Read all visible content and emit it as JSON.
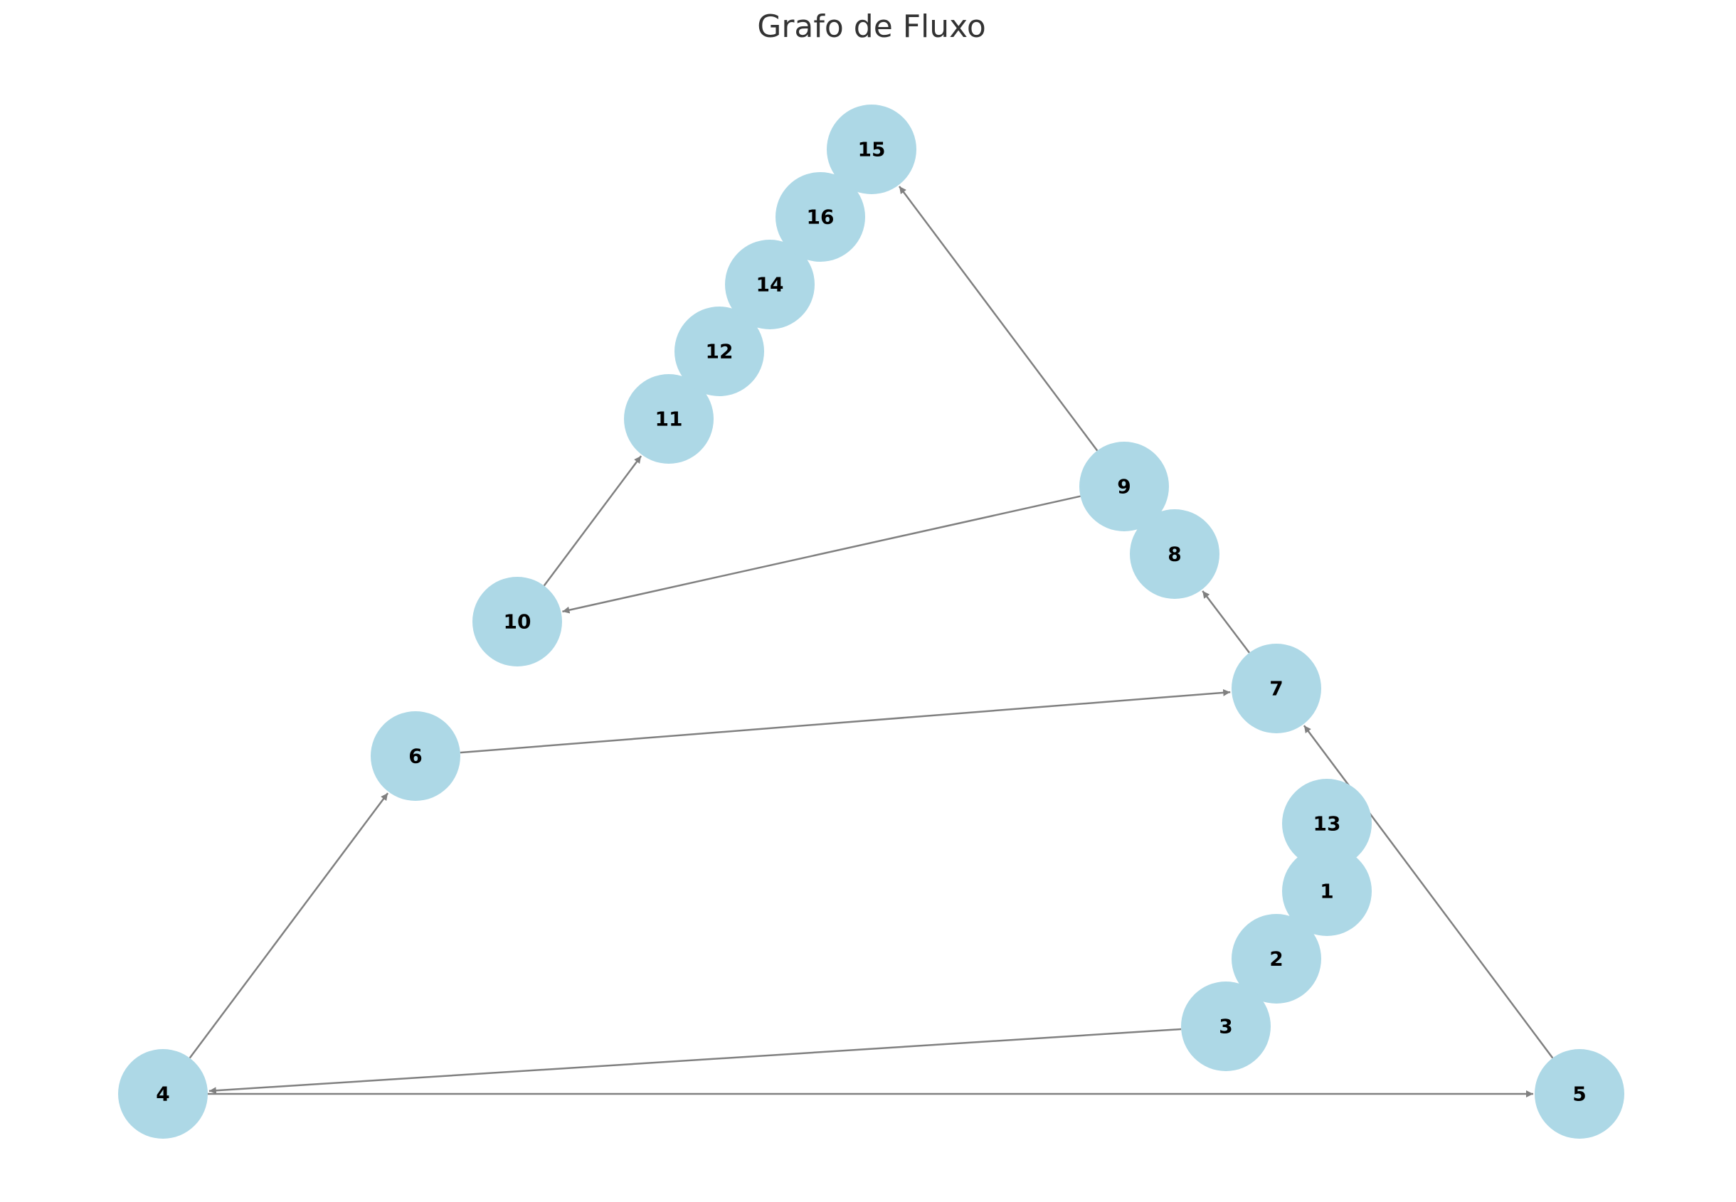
{
  "title": "Grafo de Fluxo",
  "colors": {
    "node_fill": "#add8e6",
    "edge": "#808080",
    "label": "#000000",
    "title": "#333333"
  },
  "nodes": [
    {
      "id": "1",
      "label": "1"
    },
    {
      "id": "2",
      "label": "2"
    },
    {
      "id": "3",
      "label": "3"
    },
    {
      "id": "4",
      "label": "4"
    },
    {
      "id": "5",
      "label": "5"
    },
    {
      "id": "6",
      "label": "6"
    },
    {
      "id": "7",
      "label": "7"
    },
    {
      "id": "8",
      "label": "8"
    },
    {
      "id": "9",
      "label": "9"
    },
    {
      "id": "10",
      "label": "10"
    },
    {
      "id": "11",
      "label": "11"
    },
    {
      "id": "12",
      "label": "12"
    },
    {
      "id": "13",
      "label": "13"
    },
    {
      "id": "14",
      "label": "14"
    },
    {
      "id": "15",
      "label": "15"
    },
    {
      "id": "16",
      "label": "16"
    }
  ],
  "edges": [
    {
      "from": "3",
      "to": "4"
    },
    {
      "from": "4",
      "to": "5"
    },
    {
      "from": "4",
      "to": "6"
    },
    {
      "from": "5",
      "to": "7"
    },
    {
      "from": "6",
      "to": "7"
    },
    {
      "from": "7",
      "to": "8"
    },
    {
      "from": "9",
      "to": "10"
    },
    {
      "from": "9",
      "to": "15"
    },
    {
      "from": "10",
      "to": "11"
    }
  ]
}
